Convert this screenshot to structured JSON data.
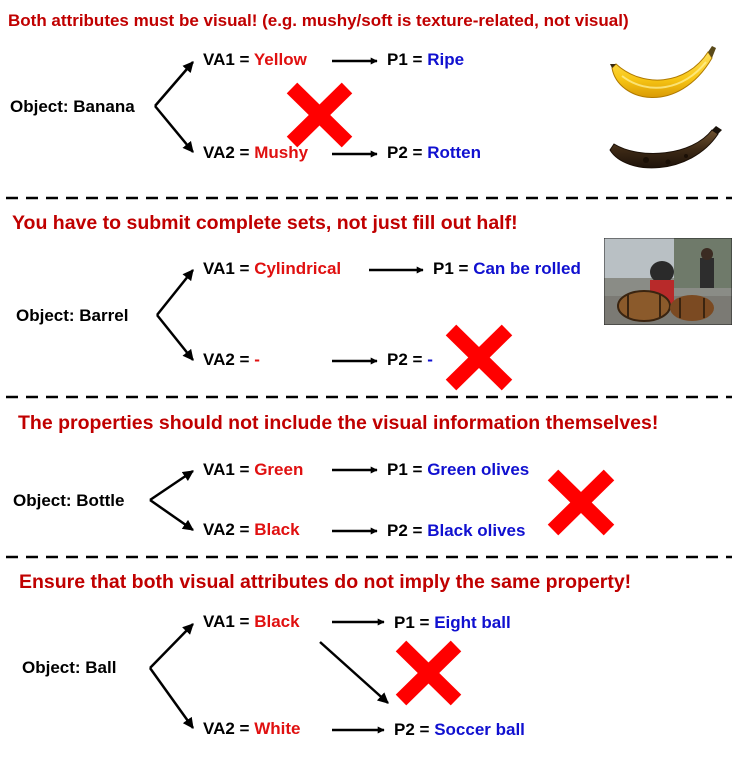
{
  "colors": {
    "title": "#c00000",
    "attribute": "#e01010",
    "property": "#1010d0",
    "cross": "#ff0000",
    "arrow": "#000000"
  },
  "sections": [
    {
      "title": "Both attributes must be visual! (e.g. mushy/soft is texture-related, not visual)",
      "object": "Object: Banana",
      "va1_label": "VA1 =",
      "va1_value": "Yellow",
      "p1_label": "P1 =",
      "p1_value": "Ripe",
      "va2_label": "VA2 =",
      "va2_value": "Mushy",
      "p2_label": "P2 =",
      "p2_value": "Rotten",
      "images": [
        "ripe-banana-photo",
        "rotten-banana-photo"
      ]
    },
    {
      "title": "You have to submit complete sets, not just fill out half!",
      "object": "Object: Barrel",
      "va1_label": "VA1 =",
      "va1_value": "Cylindrical",
      "p1_label": "P1 =",
      "p1_value": "Can be rolled",
      "va2_label": "VA2 =",
      "va2_value": "-",
      "p2_label": "P2 =",
      "p2_value": "-",
      "images": [
        "barrel-rolling-photo"
      ]
    },
    {
      "title": "The properties should not include the visual information themselves!",
      "object": "Object: Bottle",
      "va1_label": "VA1 =",
      "va1_value": "Green",
      "p1_label": "P1 =",
      "p1_value": "Green olives",
      "va2_label": "VA2 =",
      "va2_value": "Black",
      "p2_label": "P2 =",
      "p2_value": "Black olives"
    },
    {
      "title": "Ensure that both visual attributes do not imply the same property!",
      "object": "Object: Ball",
      "va1_label": "VA1 =",
      "va1_value": "Black",
      "p1_label": "P1 =",
      "p1_value": "Eight ball",
      "va2_label": "VA2 =",
      "va2_value": "White",
      "p2_label": "P2 =",
      "p2_value": "Soccer ball"
    }
  ]
}
